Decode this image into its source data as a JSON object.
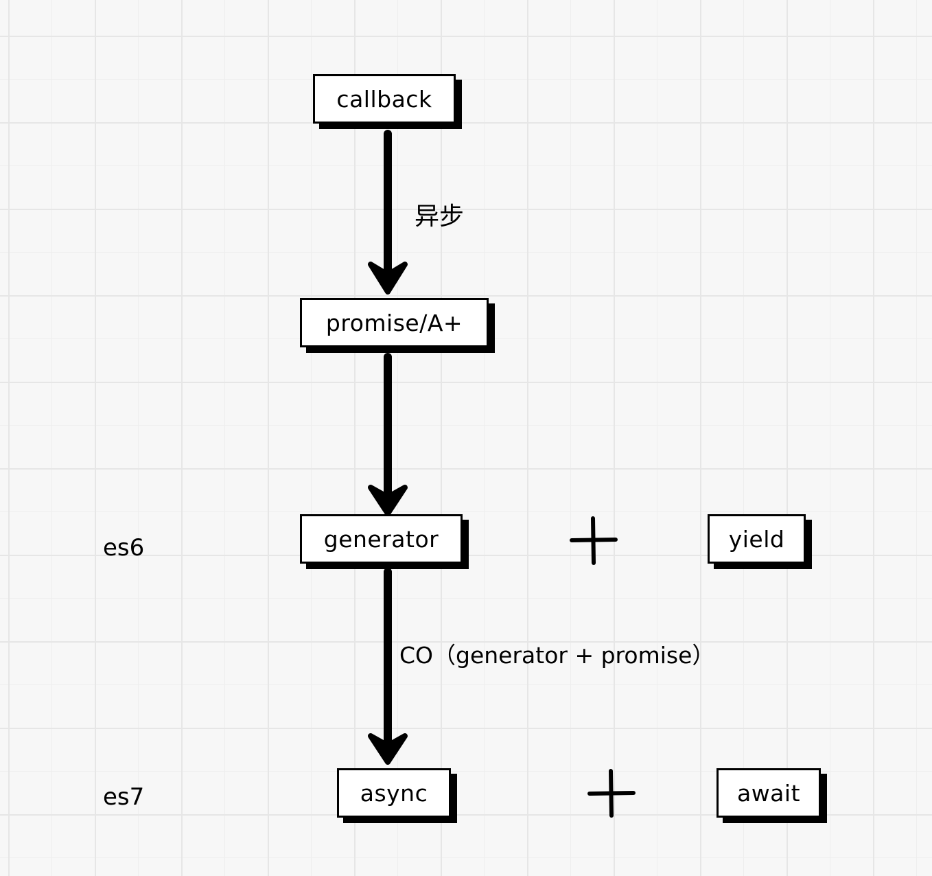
{
  "nodes": {
    "callback": "callback",
    "promise": "promise/A+",
    "generator": "generator",
    "yield": "yield",
    "async": "async",
    "await": "await"
  },
  "edges": {
    "callback_to_promise": "异步",
    "generator_to_async": "CO（generator + promise）"
  },
  "side_labels": {
    "es6": "es6",
    "es7": "es7"
  },
  "colors": {
    "ink": "#000000",
    "box_fill": "#ffffff",
    "background": "#f7f7f7"
  }
}
